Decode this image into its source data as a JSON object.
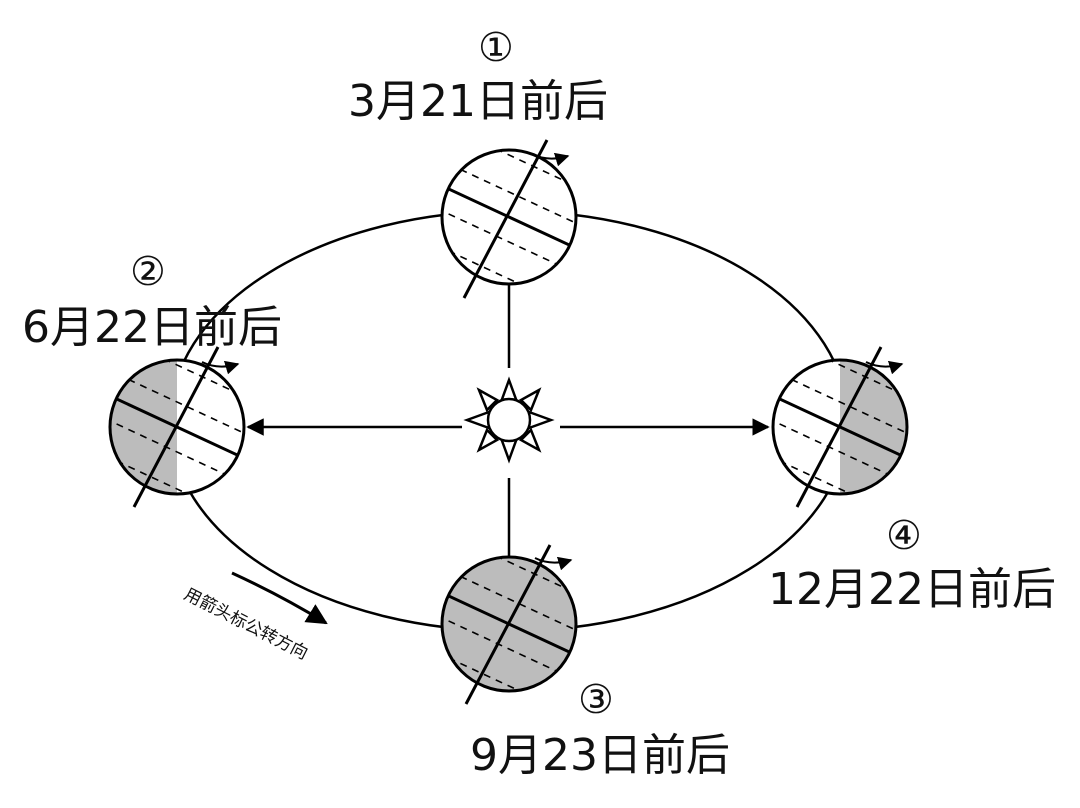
{
  "positions": [
    {
      "id": "p1",
      "marker": "①",
      "date": "3月21日前后"
    },
    {
      "id": "p2",
      "marker": "②",
      "date": "6月22日前后"
    },
    {
      "id": "p3",
      "marker": "③",
      "date": "9月23日前后"
    },
    {
      "id": "p4",
      "marker": "④",
      "date": "12月22日前后"
    }
  ],
  "orbit_note": "用箭头标公转方向",
  "colors": {
    "line": "#000000",
    "shade": "#bcbcbc",
    "background": "#ffffff"
  }
}
